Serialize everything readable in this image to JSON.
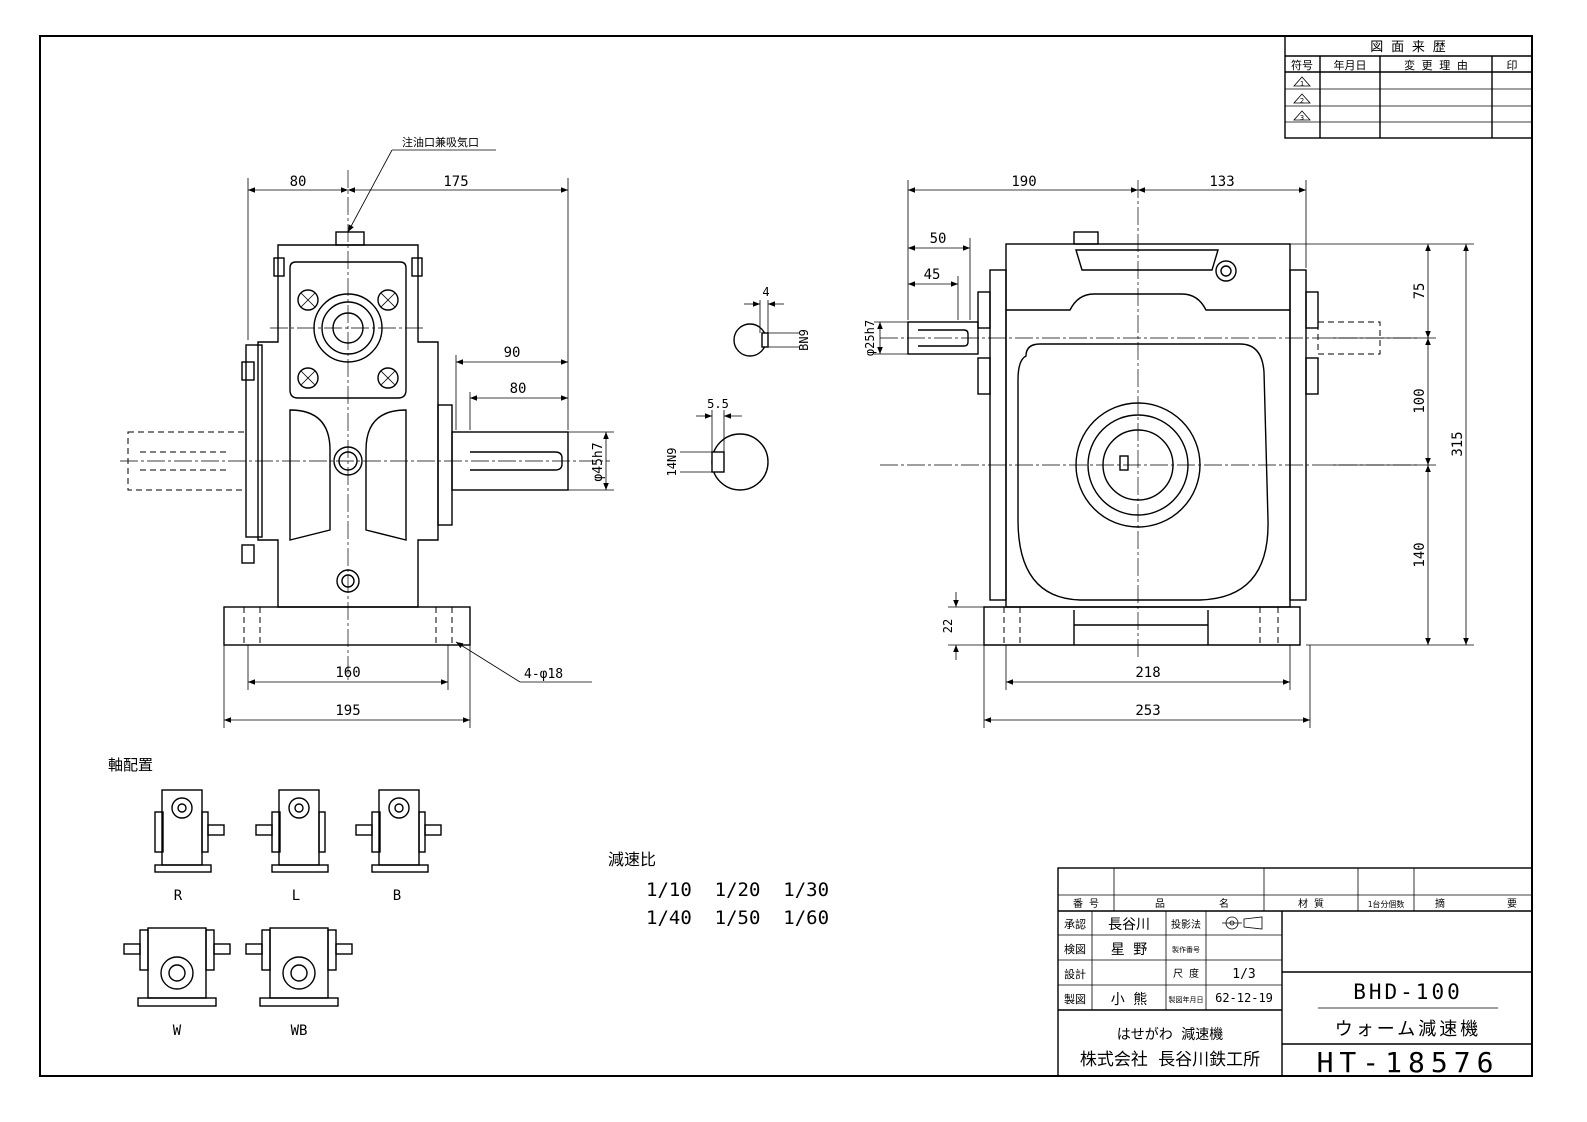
{
  "revision": {
    "title": "図 面 来 歴",
    "headers": [
      "符号",
      "年月日",
      "変 更 理 由",
      "印"
    ],
    "marks": [
      "1",
      "2",
      "3"
    ]
  },
  "annotations": {
    "oil_port": "注油口兼吸気口",
    "holes": "4-φ18"
  },
  "dims": {
    "front": {
      "d80_top": "80",
      "d175": "175",
      "d90": "90",
      "d80": "80",
      "d45h7": "φ45h7",
      "d160": "160",
      "d195": "195"
    },
    "key": {
      "d4": "4",
      "bn9": "BN9",
      "d5_5": "5.5",
      "d14n9": "14N9"
    },
    "side": {
      "d190": "190",
      "d133": "133",
      "d50": "50",
      "d45": "45",
      "d25h7": "φ25h7",
      "d75": "75",
      "d100": "100",
      "d140": "140",
      "d315": "315",
      "d22": "22",
      "d218": "218",
      "d253": "253"
    }
  },
  "shaft_arrangement": {
    "title": "軸配置",
    "labels": [
      "R",
      "L",
      "B",
      "W",
      "WB"
    ]
  },
  "ratios": {
    "title": "減速比",
    "row1": "1/10  1/20  1/30",
    "row2": "1/40  1/50  1/60"
  },
  "title_block": {
    "parts_header": [
      "番 号",
      "品",
      "名",
      "材 質",
      "1台分個数",
      "摘",
      "要"
    ],
    "approve_label": "承認",
    "approve_name": "長谷川",
    "check_label": "検図",
    "check_name": "星 野",
    "design_label": "設計",
    "design_name": "",
    "draw_label": "製図",
    "draw_name": "小 熊",
    "projection_label": "投影法",
    "serial_label": "製作番号",
    "serial_value": "",
    "scale_label": "尺 度",
    "scale_value": "1/3",
    "date_label": "製図年月日",
    "date_value": "62-12-19",
    "model": "BHD-100",
    "product": "ウォーム減速機",
    "brand": "はせがわ 減速機",
    "company": "株式会社 長谷川鉄工所",
    "drawing_no": "HT-18576"
  }
}
